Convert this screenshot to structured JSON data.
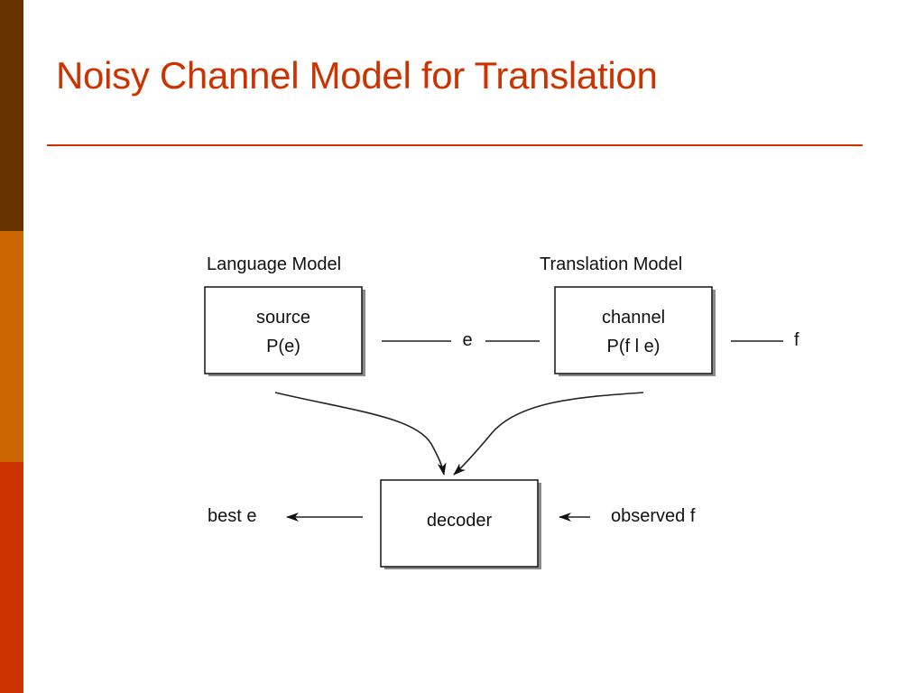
{
  "slide": {
    "title": "Noisy Channel Model for Translation",
    "colors": {
      "title": "#cc3300",
      "sidebar_top": "#663300",
      "sidebar_middle": "#cc6600",
      "sidebar_bottom": "#cc3300"
    }
  },
  "diagram": {
    "language_model_label": "Language Model",
    "translation_model_label": "Translation Model",
    "source_box": {
      "line1": "source",
      "line2": "P(e)"
    },
    "channel_box": {
      "line1": "channel",
      "line2": "P(f l e)"
    },
    "decoder_box": {
      "label": "decoder"
    },
    "e_label": "e",
    "f_label": "f",
    "best_e_label": "best e",
    "observed_f_label": "observed f"
  }
}
